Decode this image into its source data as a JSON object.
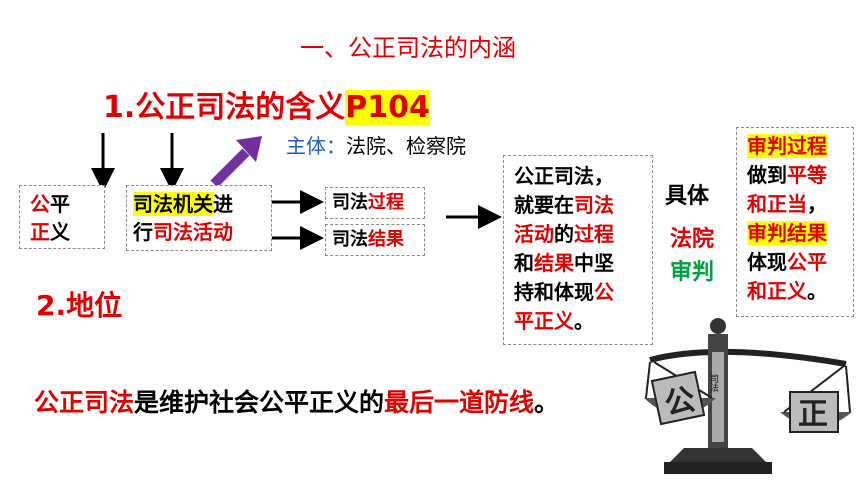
{
  "colors": {
    "red": "#e00000",
    "green": "#00a040",
    "highlight": "#ffff00",
    "blue": "#1f5fbf",
    "purple": "#7030a0"
  },
  "heading": "一、公正司法的内涵",
  "subtitle": {
    "text": "1.公正司法的含义",
    "page": "P104"
  },
  "subject": {
    "label": "主体：",
    "value": "法院、检察院"
  },
  "gongping": {
    "a": "公",
    "b": "平",
    "c": "正",
    "d": "义"
  },
  "organ": {
    "hl": "司法机关",
    "rest1": "进",
    "line2a": "行",
    "line2b": "司法活动"
  },
  "process": {
    "prefix": "司法",
    "red": "过程"
  },
  "result": {
    "prefix": "司法",
    "red": "结果"
  },
  "center_box": {
    "l1": "公正司法，",
    "l2a": "就要在",
    "l2b": "司法",
    "l3a": "活动",
    "l3b": "的",
    "l3c": "过程",
    "l4a": "和",
    "l4b": "结果",
    "l4c": "中坚",
    "l5a": "持和体现",
    "l5b": "公",
    "l6a": "平正义",
    "l6b": "。"
  },
  "mid_label": {
    "specific": "具体",
    "court": "法院",
    "judge": "审判"
  },
  "right_box": {
    "r1": "审判过程",
    "r2a": "做到",
    "r2b": "平等",
    "r3": "和正当",
    "r3p": "，",
    "r4": "审判结果",
    "r5a": "体现",
    "r5b": "公平",
    "r6a": "和正义",
    "r6b": "。"
  },
  "position_title": "2.地位",
  "statement": {
    "a": "公正司法",
    "b": "是维护社会公平正义的",
    "c": "最后一道防线",
    "d": "。"
  },
  "scale_text": {
    "left": "公",
    "right": "正",
    "middle": "司法"
  }
}
